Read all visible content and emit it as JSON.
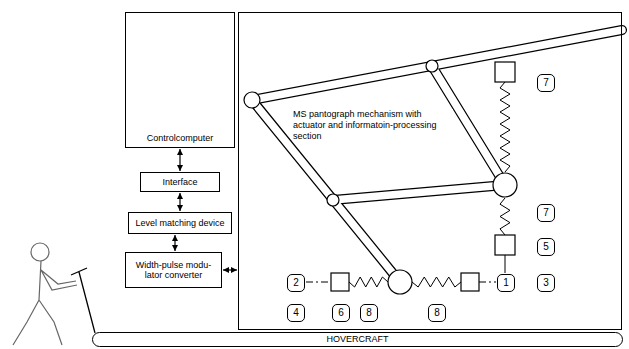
{
  "diagram": {
    "nodes": [
      {
        "text": [
          "Controlcomputer"
        ]
      },
      {
        "text": [
          "Interface"
        ]
      },
      {
        "text": [
          "Level matching device"
        ]
      },
      {
        "text": [
          "Width-pulse modu- lator converter"
        ]
      },
      {
        "text": [
          "MS pantograph mechanism with actuator and informatoin-processing section"
        ]
      },
      {
        "text": [
          "7"
        ],
        "in": 4
      },
      {
        "text": [
          "7"
        ],
        "in": 4
      },
      {
        "text": [
          "5"
        ],
        "in": 4
      },
      {
        "text": [
          "1"
        ],
        "in": 4
      },
      {
        "text": [
          "3"
        ],
        "in": 4
      },
      {
        "text": [
          "2"
        ],
        "in": 4
      },
      {
        "text": [
          "4"
        ],
        "in": 4
      },
      {
        "text": [
          "6"
        ],
        "in": 4
      },
      {
        "text": [
          "8"
        ],
        "in": 4
      },
      {
        "text": [
          "8"
        ],
        "in": 4
      },
      {
        "text": [
          "HOVERCRAFT"
        ]
      }
    ],
    "edges": [
      {
        "from": 0,
        "to": 1,
        "arrow": "both"
      },
      {
        "from": 1,
        "to": 2,
        "arrow": "both"
      },
      {
        "from": 2,
        "to": 3,
        "arrow": "both"
      },
      {
        "from": 3,
        "to": 4,
        "arrow": "both"
      }
    ]
  }
}
